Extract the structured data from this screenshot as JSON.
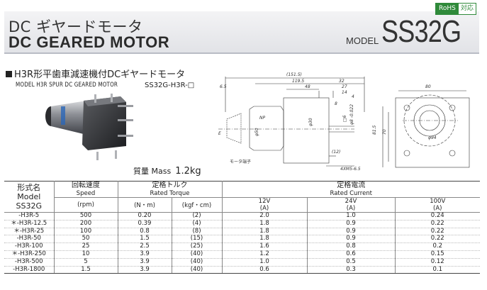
{
  "badge": {
    "rohs": "RoHS",
    "compliant": "対応"
  },
  "header": {
    "title_jp": "DC ギヤードモータ",
    "title_en": "DC GEARED MOTOR",
    "model_label": "MODEL",
    "model_code": "SS32G"
  },
  "section": {
    "title_jp": "H3R形平歯車減速機付DCギヤードモータ",
    "model_line": "MODEL H3R SPUR DC GEARED  MOTOR",
    "model_code": "SS32G-H3R-□",
    "mass_label": "質量 Mass",
    "mass_value": "1.2kg"
  },
  "drawing": {
    "dims": [
      "(151.5)",
      "119.5",
      "32",
      "6.5",
      "48",
      "27",
      "14",
      "4",
      "8",
      "80",
      "81.5",
      "70",
      "94",
      "(12)",
      "φ8 -0.022",
      "□6",
      "φ30",
      "φ50",
      "4XM5-6.5",
      "NP",
      "E"
    ],
    "terminal_label": "モータ端子"
  },
  "table": {
    "headers": {
      "model_jp": "形式名",
      "model_en": "Model",
      "model_code": "SS32G",
      "speed_jp": "回転速度",
      "speed_en": "Speed",
      "speed_unit": "(rpm)",
      "torque_jp": "定格トルク",
      "torque_en": "Rated Torque",
      "torque_unit1": "(N・m)",
      "torque_unit2": "(kgf・cm)",
      "current_jp": "定格電流",
      "current_en": "Rated Current",
      "v12": "12V",
      "v24": "24V",
      "v100": "100V",
      "amp": "(A)"
    },
    "rows": [
      {
        "model": "-H3R-5",
        "speed": "500",
        "nm": "0.20",
        "kgf": "(2)",
        "a12": "2.0",
        "a24": "1.0",
        "a100": "0.24"
      },
      {
        "model": "＊-H3R-12.5",
        "speed": "200",
        "nm": "0.39",
        "kgf": "(4)",
        "a12": "1.8",
        "a24": "0.9",
        "a100": "0.22"
      },
      {
        "model": "＊-H3R-25",
        "speed": "100",
        "nm": "0.8",
        "kgf": "(8)",
        "a12": "1.8",
        "a24": "0.9",
        "a100": "0.22"
      },
      {
        "model": "-H3R-50",
        "speed": "50",
        "nm": "1.5",
        "kgf": "(15)",
        "a12": "1.8",
        "a24": "0.9",
        "a100": "0.22"
      },
      {
        "model": "-H3R-100",
        "speed": "25",
        "nm": "2.5",
        "kgf": "(25)",
        "a12": "1.6",
        "a24": "0.8",
        "a100": "0.2"
      },
      {
        "model": "＊-H3R-250",
        "speed": "10",
        "nm": "3.9",
        "kgf": "(40)",
        "a12": "1.2",
        "a24": "0.6",
        "a100": "0.15"
      },
      {
        "model": "-H3R-500",
        "speed": "5",
        "nm": "3.9",
        "kgf": "(40)",
        "a12": "1.0",
        "a24": "0.5",
        "a100": "0.12"
      },
      {
        "model": "-H3R-1800",
        "speed": "1.5",
        "nm": "3.9",
        "kgf": "(40)",
        "a12": "0.6",
        "a24": "0.3",
        "a100": "0.1"
      }
    ]
  }
}
